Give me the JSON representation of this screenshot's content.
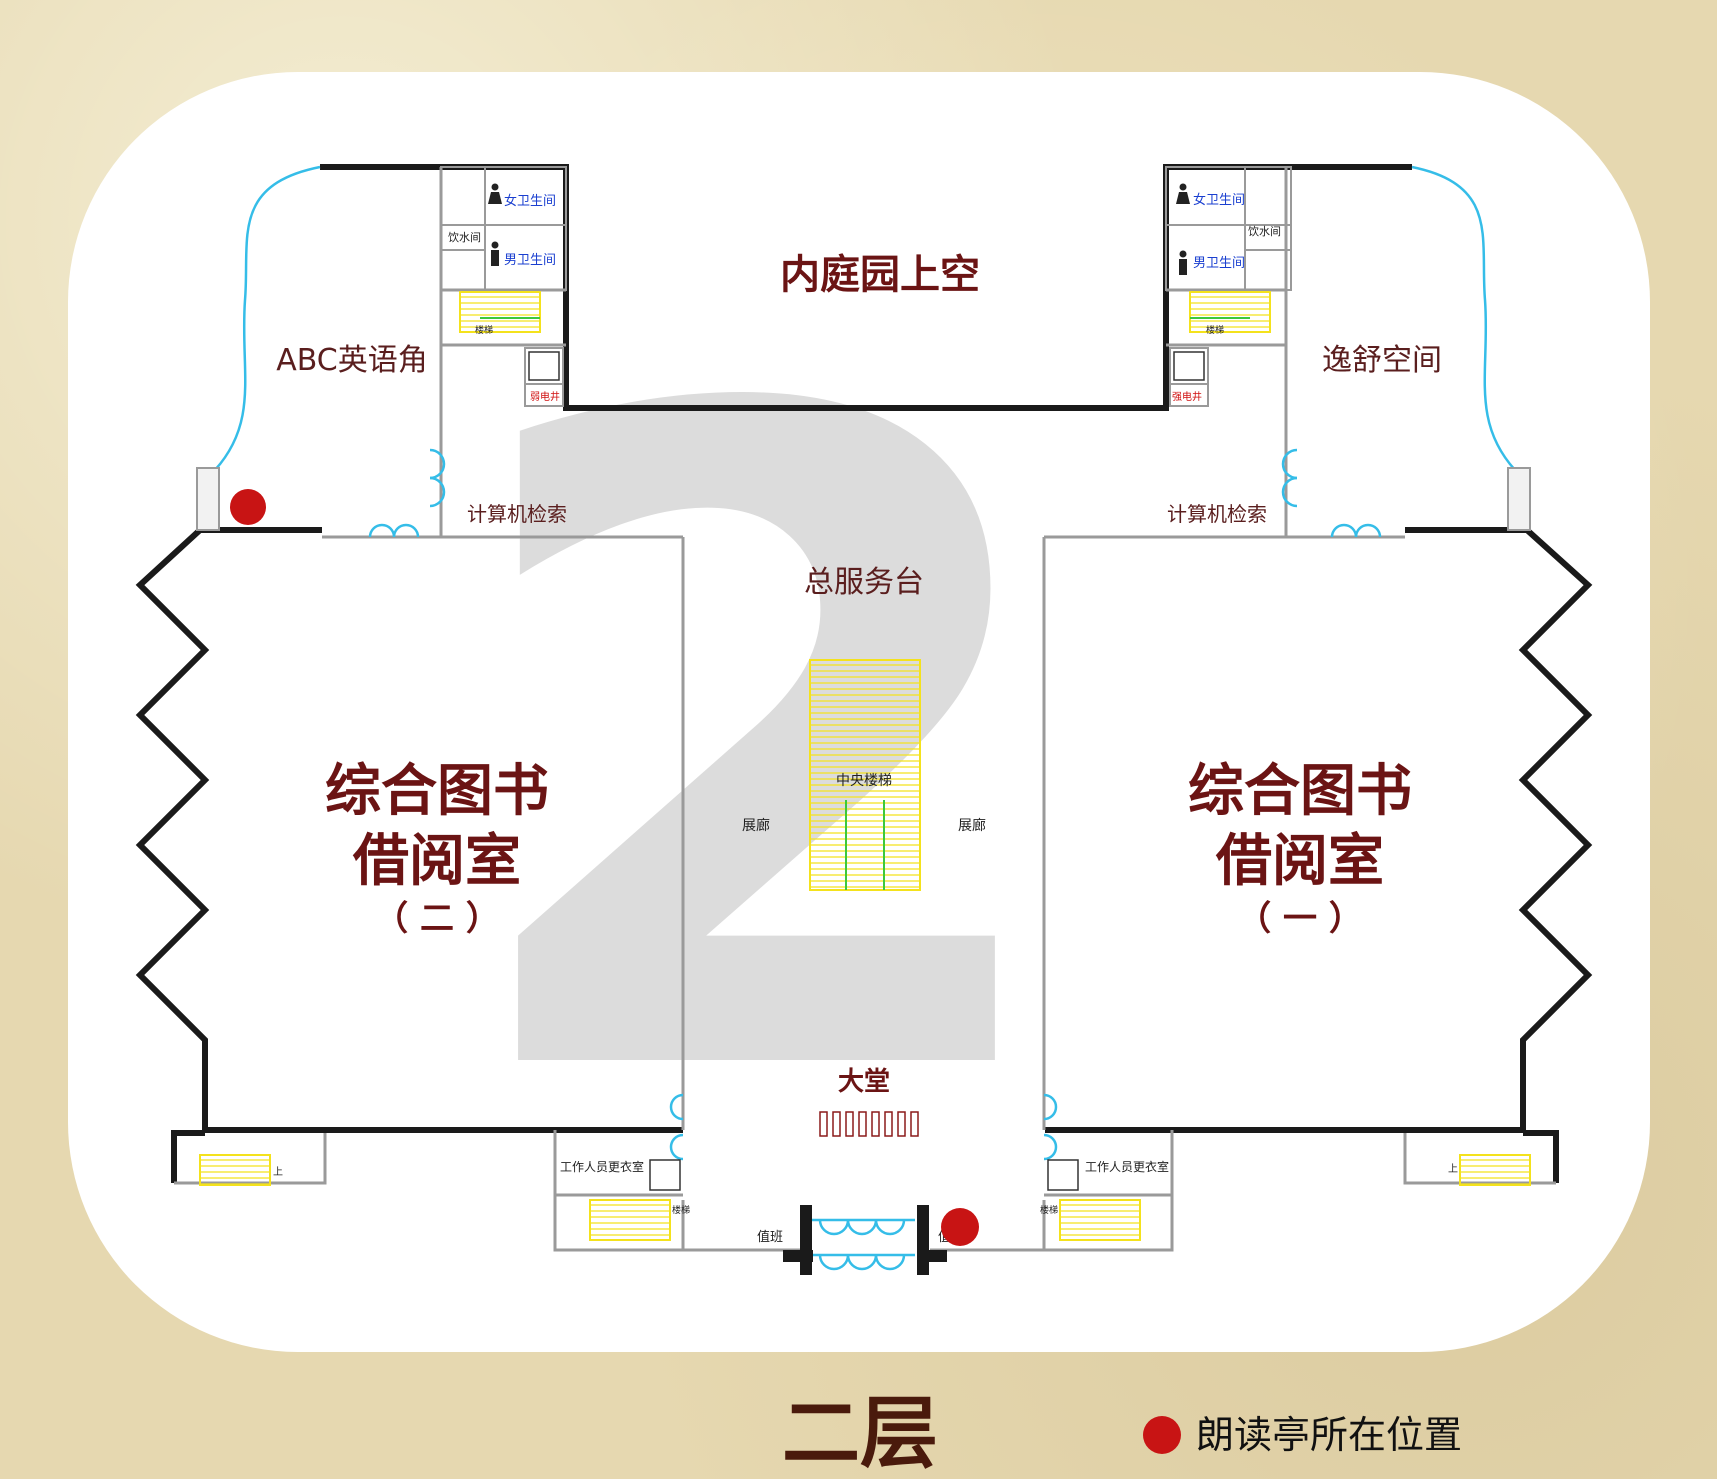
{
  "colors": {
    "wall": "#1a1a1a",
    "thin_wall": "#9a9a9a",
    "glass": "#35bde8",
    "stairs": "#f4e21c",
    "stairs_green": "#3cc83c",
    "title": "#6b1414",
    "marker": "#c81414",
    "watermark": "#d9d9d9",
    "panel": "#ffffff"
  },
  "floor": {
    "watermark_number": "2",
    "title": "二层"
  },
  "legend": {
    "label": "朗读亭所在位置"
  },
  "rooms": {
    "inner_garden": "内庭园上空",
    "english_corner": "ABC英语角",
    "leisure_space": "逸舒空间",
    "search_left": "计算机检索",
    "search_right": "计算机检索",
    "service_desk": "总服务台",
    "central_stairs": "中央楼梯",
    "gallery_left": "展廊",
    "gallery_right": "展廊",
    "lobby": "大堂",
    "reading_room_2": {
      "line1": "综合图书",
      "line2": "借阅室",
      "line3": "（ 二 ）"
    },
    "reading_room_1": {
      "line1": "综合图书",
      "line2": "借阅室",
      "line3": "（ 一 ）"
    },
    "womens_restroom_left": "女卫生间",
    "mens_restroom_left": "男卫生间",
    "water_room_left": "饮水间",
    "stairs_left_top": "楼梯",
    "weak_shaft": "弱电井",
    "womens_restroom_right": "女卫生间",
    "mens_restroom_right": "男卫生间",
    "water_room_right": "饮水间",
    "stairs_right_top": "楼梯",
    "strong_shaft": "强电井",
    "staff_locker_left": "工作人员更衣室",
    "staff_locker_right": "工作人员更衣室",
    "stairs_left_bottom": "楼梯",
    "stairs_right_bottom": "楼梯",
    "duty_left": "值班",
    "duty_right": "值",
    "up_left": "上",
    "up_right": "上"
  }
}
